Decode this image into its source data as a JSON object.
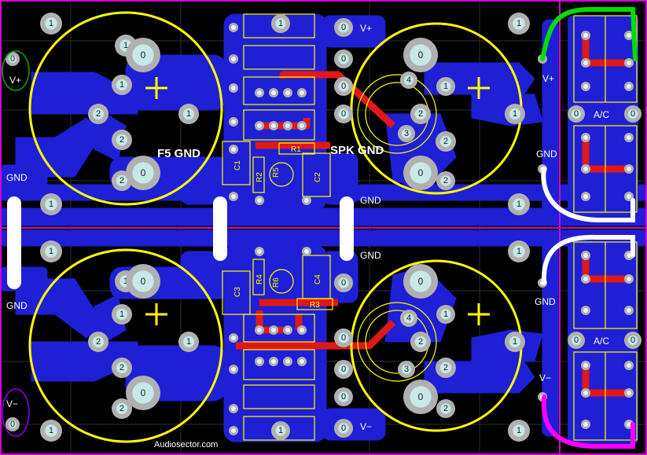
{
  "board": {
    "watermark": "Audiosector.com",
    "labels": {
      "f5_gnd": "F5 GND",
      "spk_gnd": "SPK GND",
      "gnd": "GND",
      "v_plus": "V+",
      "v_minus": "V−",
      "ac": "A/C"
    },
    "components": [
      "C1",
      "C2",
      "C3",
      "C4",
      "R1",
      "R2",
      "R3",
      "R4",
      "R5",
      "R6"
    ],
    "pad_numbers": [
      "0",
      "1",
      "2",
      "3",
      "4"
    ],
    "polarity": "+"
  },
  "colors": {
    "background": "#000000",
    "copper": "#1f1fd6",
    "trace_red": "#e01818",
    "silkscreen": "#ffff00",
    "pad": "#b0b0b0",
    "pad_hole": "#c8e8e8",
    "board_outline": "#d400d4",
    "wire_green": "#00dd00",
    "wire_white": "#ffffff",
    "wire_magenta": "#ff00ff"
  }
}
